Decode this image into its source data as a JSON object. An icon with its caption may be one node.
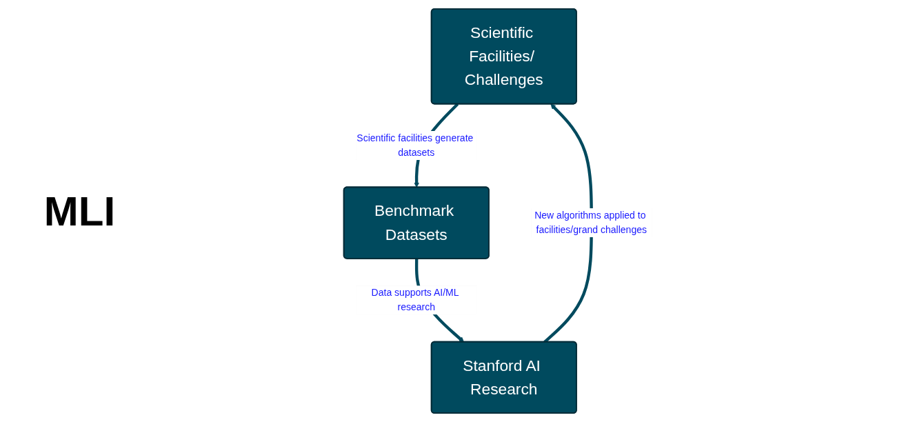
{
  "diagram": {
    "nodes": [
      {
        "text": [
          "Scientific Facilities/ Challenges"
        ]
      },
      {
        "text": [
          "Benchmark Datasets"
        ]
      },
      {
        "text": [
          "Stanford AI Research"
        ]
      }
    ],
    "edges": [
      {
        "from": 0,
        "to": 1,
        "arrow": "to",
        "label": "Scientific facilities generate datasets"
      },
      {
        "from": 1,
        "to": 2,
        "arrow": "to",
        "label": "Data supports AI/ML research"
      },
      {
        "from": 2,
        "to": 0,
        "arrow": "to",
        "label": "New algorithms applied to facilities/grand challenges"
      }
    ],
    "labels": [
      "MLI"
    ]
  }
}
